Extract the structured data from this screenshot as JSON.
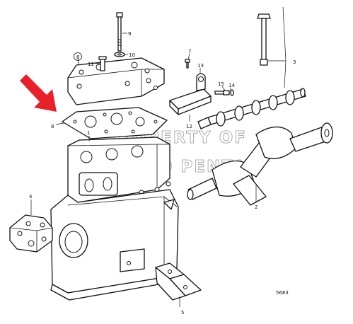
{
  "callouts": {
    "c1": "1",
    "c2": "2",
    "c3": "3",
    "c4": "4",
    "c5": "5",
    "c6": "6",
    "c7": "7",
    "c8": "8",
    "c9": "9",
    "c10": "10",
    "c11": "11",
    "c12": "12",
    "c13": "13",
    "c14": "14",
    "c15": "15"
  },
  "watermark": {
    "line1": "PROPERTY OF",
    "line2": "VOLVO PENTA"
  },
  "reference_number": "5683",
  "colors": {
    "arrow": "#e8202a",
    "line": "#111111",
    "watermark": "#9a9a9a"
  }
}
